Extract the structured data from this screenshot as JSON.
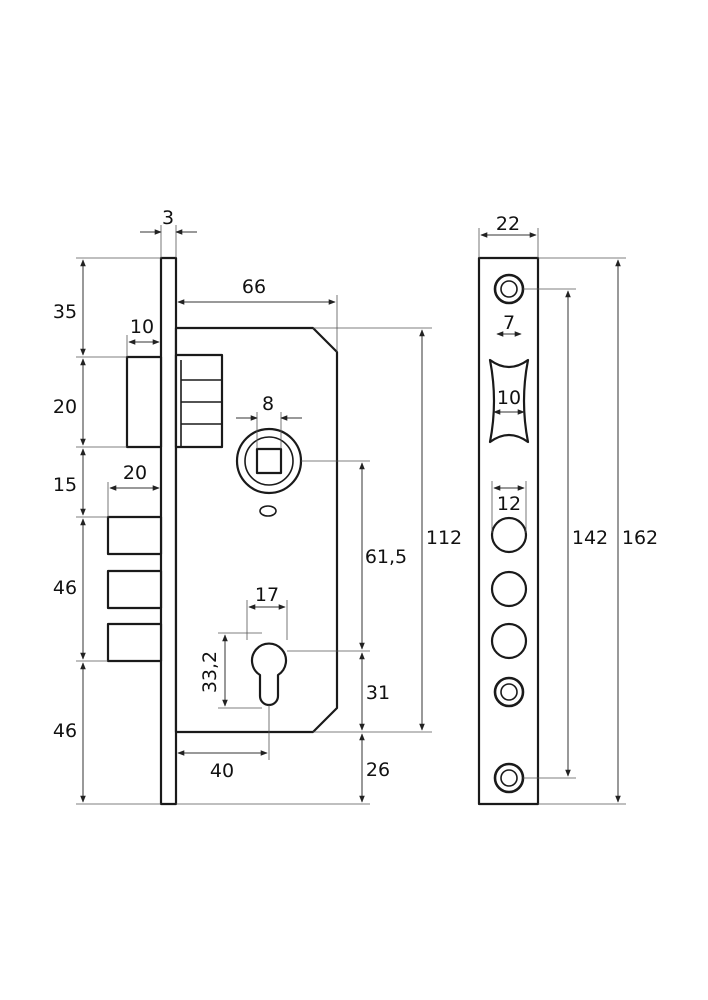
{
  "diagram": {
    "side_view": {
      "dimensions": {
        "faceplate_thickness": "3",
        "top_offset": "35",
        "latch_height": "20",
        "latch_depth": "10",
        "gap": "15",
        "bolt_depth": "20",
        "bolt_span": "46",
        "bottom_offset": "46",
        "backset": "66",
        "spindle_square": "8",
        "body_height": "112",
        "spindle_to_cylinder": "61,5",
        "cylinder_width": "17",
        "cylinder_height": "33,2",
        "cylinder_to_bottom": "31",
        "cylinder_backset": "40",
        "body_to_plate_bottom": "26"
      }
    },
    "front_view": {
      "dimensions": {
        "plate_width": "22",
        "screw_hole": "7",
        "latch_slot": "10",
        "bolt_hole": "12",
        "screw_distance": "142",
        "plate_length": "162"
      }
    }
  }
}
